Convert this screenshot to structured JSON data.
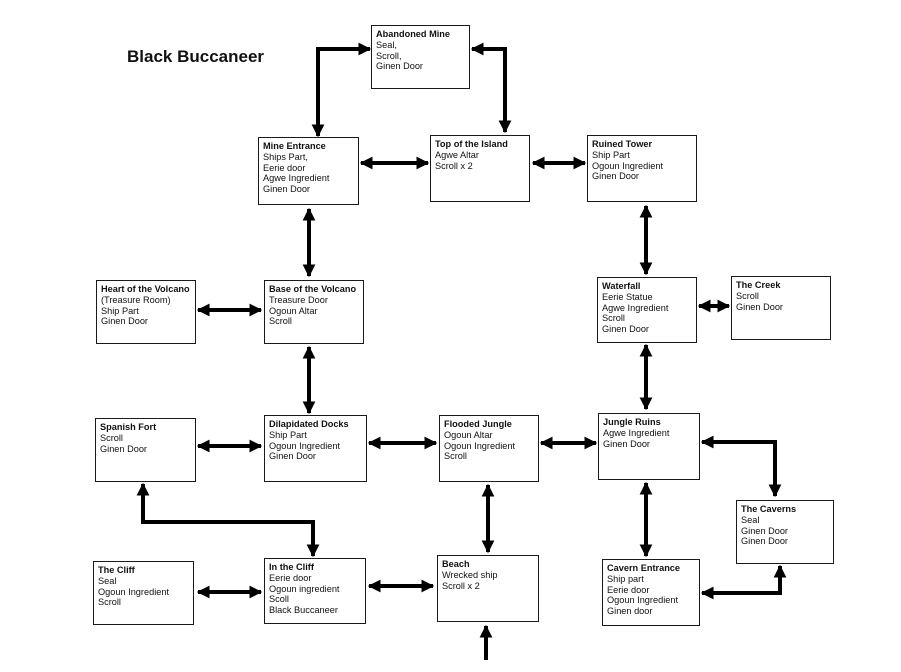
{
  "title": "Black Buccaneer",
  "rooms": {
    "abandoned_mine": {
      "name": "Abandoned Mine",
      "items": [
        "Seal,",
        "Scroll,",
        "Ginen Door"
      ]
    },
    "mine_entrance": {
      "name": "Mine Entrance",
      "items": [
        "Ships Part,",
        "Eerie door",
        "Agwe Ingredient",
        "Ginen Door"
      ]
    },
    "top_of_island": {
      "name": "Top of the Island",
      "items": [
        "Agwe Altar",
        "Scroll x 2"
      ]
    },
    "ruined_tower": {
      "name": "Ruined Tower",
      "items": [
        "Ship Part",
        "Ogoun Ingredient",
        "Ginen Door"
      ]
    },
    "heart_of_volcano": {
      "name": "Heart of the Volcano",
      "items": [
        "(Treasure Room)",
        "Ship Part",
        "Ginen Door"
      ]
    },
    "base_of_volcano": {
      "name": "Base of the Volcano",
      "items": [
        "Treasure Door",
        "Ogoun Altar",
        "Scroll"
      ]
    },
    "waterfall": {
      "name": "Waterfall",
      "items": [
        "Eerie Statue",
        "Agwe Ingredient",
        "Scroll",
        "Ginen Door"
      ]
    },
    "the_creek": {
      "name": "The Creek",
      "items": [
        "Scroll",
        "Ginen Door"
      ]
    },
    "spanish_fort": {
      "name": "Spanish Fort",
      "items": [
        "Scroll",
        "Ginen Door"
      ]
    },
    "dilapidated_docks": {
      "name": "Dilapidated Docks",
      "items": [
        "Ship Part",
        "Ogoun Ingredient",
        "Ginen Door"
      ]
    },
    "flooded_jungle": {
      "name": "Flooded Jungle",
      "items": [
        "Ogoun Altar",
        "Ogoun Ingredient",
        "Scroll"
      ]
    },
    "jungle_ruins": {
      "name": "Jungle Ruins",
      "items": [
        "Agwe Ingredient",
        "Ginen Door"
      ]
    },
    "the_caverns": {
      "name": "The Caverns",
      "items": [
        "Seal",
        "Ginen Door",
        "Ginen Door"
      ]
    },
    "the_cliff": {
      "name": "The Cliff",
      "items": [
        "Seal",
        "Ogoun Ingredient",
        "Scroll"
      ]
    },
    "in_the_cliff": {
      "name": "In the Cliff",
      "items": [
        "Eerie door",
        "Ogoun ingredient",
        "Scoll",
        "Black Buccaneer"
      ]
    },
    "beach": {
      "name": "Beach",
      "items": [
        "Wrecked ship",
        "Scroll x 2"
      ]
    },
    "cavern_entrance": {
      "name": "Cavern Entrance",
      "items": [
        "Ship part",
        "Eerie door",
        "Ogoun Ingredient",
        "Ginen door"
      ]
    }
  },
  "links": [
    {
      "from": "mine_entrance",
      "to": "abandoned_mine"
    },
    {
      "from": "abandoned_mine",
      "to": "top_of_island"
    },
    {
      "from": "mine_entrance",
      "to": "top_of_island"
    },
    {
      "from": "top_of_island",
      "to": "ruined_tower"
    },
    {
      "from": "mine_entrance",
      "to": "base_of_volcano"
    },
    {
      "from": "ruined_tower",
      "to": "waterfall"
    },
    {
      "from": "heart_of_volcano",
      "to": "base_of_volcano"
    },
    {
      "from": "waterfall",
      "to": "the_creek"
    },
    {
      "from": "base_of_volcano",
      "to": "dilapidated_docks"
    },
    {
      "from": "waterfall",
      "to": "jungle_ruins"
    },
    {
      "from": "spanish_fort",
      "to": "dilapidated_docks"
    },
    {
      "from": "dilapidated_docks",
      "to": "flooded_jungle"
    },
    {
      "from": "flooded_jungle",
      "to": "jungle_ruins"
    },
    {
      "from": "jungle_ruins",
      "to": "the_caverns"
    },
    {
      "from": "flooded_jungle",
      "to": "beach"
    },
    {
      "from": "jungle_ruins",
      "to": "cavern_entrance"
    },
    {
      "from": "spanish_fort",
      "to": "in_the_cliff"
    },
    {
      "from": "the_cliff",
      "to": "in_the_cliff"
    },
    {
      "from": "in_the_cliff",
      "to": "beach"
    },
    {
      "from": "cavern_entrance",
      "to": "the_caverns"
    },
    {
      "from": "offscreen",
      "to": "beach"
    }
  ]
}
